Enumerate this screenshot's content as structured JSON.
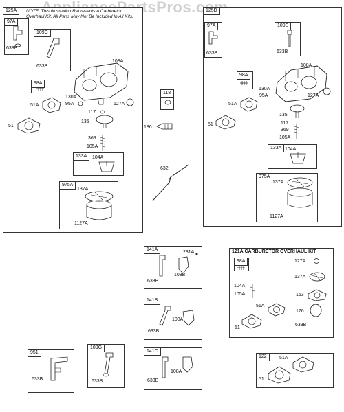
{
  "watermark": "AppliancePartsPros.com",
  "main_kit": {
    "tag": "125A",
    "note": "NOTE: This Illustration Represents A Carburetor Overhaul Kit. All Parts May Not Be Included In All Kits.",
    "labels": {
      "p97a": "97A",
      "p633b_a": "633B",
      "p109c": "109C",
      "p633b_b": "633B",
      "p108a": "108A",
      "p98a": "98A",
      "p51a": "51A",
      "p130a": "130A",
      "p95a": "95A",
      "p127a": "127A",
      "p51": "51",
      "p117": "117",
      "p135": "135",
      "p369": "369",
      "p105a": "105A",
      "p133a": "133A",
      "p104a": "104A",
      "p975a": "975A",
      "p137a": "137A",
      "p1127a": "1127A"
    }
  },
  "right_kit": {
    "tag": "125D",
    "labels": {
      "p97a": "97A",
      "p633b_a": "633B",
      "p109e": "109E",
      "p633b_b": "633B",
      "p108a": "108A",
      "p98a": "98A",
      "p130a": "130A",
      "p95a": "95A",
      "p127a": "127A",
      "p51a": "51A",
      "p51": "51",
      "p135": "135",
      "p117": "117",
      "p369": "369",
      "p105a": "105A",
      "p133a": "133A",
      "p104a": "104A",
      "p975a": "975A",
      "p137a": "137A",
      "p1127a": "1127A"
    }
  },
  "middle": {
    "p118": "118",
    "p186": "186",
    "p632": "632"
  },
  "box141a": {
    "tag": "141A",
    "p231a": "231A",
    "p108b": "108B",
    "p633b": "633B"
  },
  "box141b": {
    "tag": "141B",
    "p108a": "108A",
    "p633b": "633B"
  },
  "box141c": {
    "tag": "141C",
    "p108a": "108A",
    "p633b": "633B"
  },
  "overhaul_kit": {
    "tag": "121A",
    "title": "CARBURETOR OVERHAUL KIT",
    "labels": {
      "p98a": "98A",
      "p127a": "127A",
      "p137a": "137A",
      "p104a": "104A",
      "p105a": "105A",
      "p163": "163",
      "p51a": "51A",
      "p176": "176",
      "p51": "51",
      "p633b": "633B"
    }
  },
  "box951": {
    "tag": "951",
    "p633b": "633B"
  },
  "box109g": {
    "tag": "109G",
    "p633b": "633B"
  },
  "box122": {
    "tag": "122",
    "p51a": "51A",
    "p51": "51"
  }
}
